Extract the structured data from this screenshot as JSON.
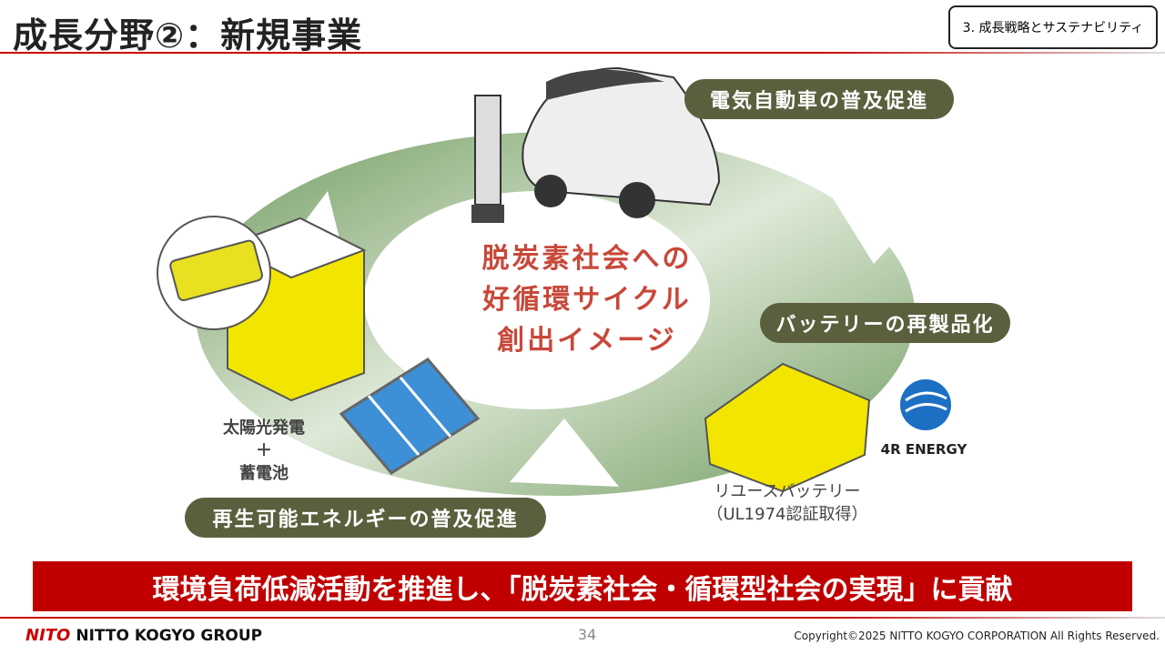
{
  "header": {
    "title": "成長分野②：新規事業",
    "section": "3. 成長戦略とサステナビリティ"
  },
  "diagram": {
    "center_lines": [
      "脱炭素社会への",
      "好循環サイクル",
      "創出イメージ"
    ],
    "labels": {
      "ev": "電気自動車の普及促進",
      "battery": "バッテリーの再製品化",
      "renewable": "再生可能エネルギーの普及促進"
    },
    "captions": {
      "solar": [
        "太陽光発電",
        "＋",
        "蓄電池"
      ],
      "reuse": [
        "リユースバッテリー",
        "（UL1974認証取得）"
      ]
    },
    "partner_logo": "4R ENERGY"
  },
  "banner": "環境負荷低減活動を推進し、「脱炭素社会・循環型社会の実現」に貢献",
  "footer": {
    "logo_mark": "NITO",
    "company": "NITTO KOGYO GROUP",
    "page": "34",
    "copyright": "Copyright©2025 NITTO KOGYO CORPORATION All Rights Reserved."
  },
  "colors": {
    "accent": "#c00000",
    "pill": "#5b5f3d",
    "ring": "#7a9e6a"
  }
}
